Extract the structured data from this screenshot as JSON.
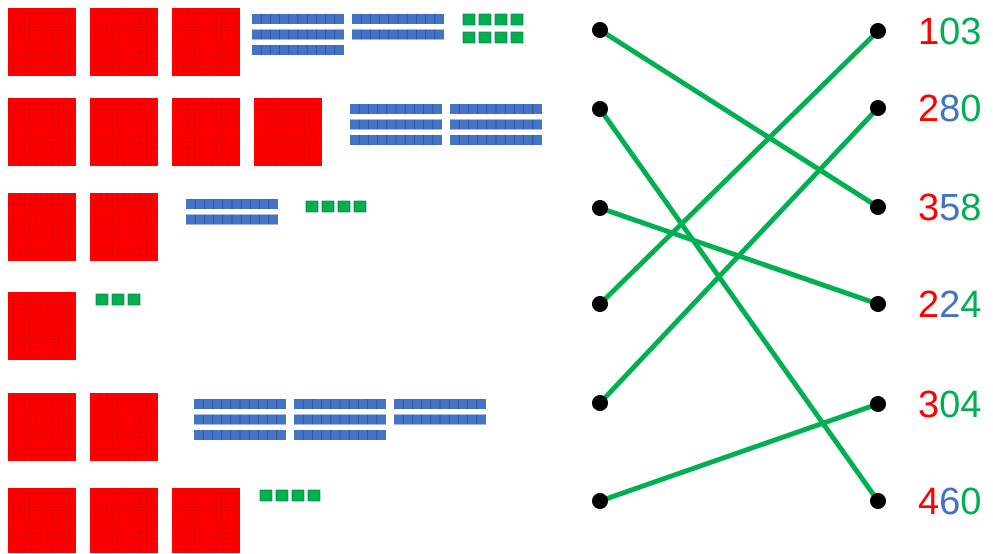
{
  "colors": {
    "hundreds": "#ff0000",
    "tens": "#4472c4",
    "ones": "#00b050",
    "line": "#00b050",
    "dot": "#000000",
    "grid_on_red": "#cc0000",
    "grid_on_blue": "#2a4f9a",
    "grid_on_green": "#007a38"
  },
  "left_rows": [
    {
      "hundreds": 3,
      "tens": 5,
      "ones": 8
    },
    {
      "hundreds": 4,
      "tens": 6,
      "ones": 0
    },
    {
      "hundreds": 2,
      "tens": 2,
      "ones": 4
    },
    {
      "hundreds": 1,
      "tens": 0,
      "ones": 3
    },
    {
      "hundreds": 2,
      "tens": 8,
      "ones": 0
    },
    {
      "hundreds": 3,
      "tens": 0,
      "ones": 4
    }
  ],
  "right_numbers": [
    "103",
    "280",
    "358",
    "224",
    "304",
    "460"
  ],
  "matches": [
    {
      "from": 0,
      "to": 2
    },
    {
      "from": 1,
      "to": 5
    },
    {
      "from": 2,
      "to": 3
    },
    {
      "from": 3,
      "to": 0
    },
    {
      "from": 4,
      "to": 1
    },
    {
      "from": 5,
      "to": 4
    }
  ]
}
